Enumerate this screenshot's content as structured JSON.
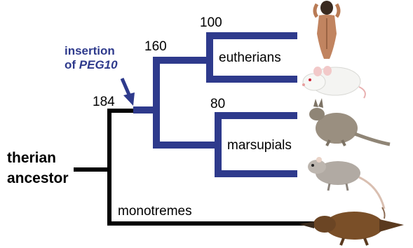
{
  "root_label_line1": "therian",
  "root_label_line2": "ancestor",
  "annotation_line1": "insertion",
  "annotation_line2_prefix": "of ",
  "annotation_gene": "PEG10",
  "node_ages": {
    "therian": "184",
    "boreotherian": "160",
    "eutherian": "100",
    "marsupial": "80"
  },
  "clades": {
    "eutherians": "eutherians",
    "marsupials": "marsupials",
    "monotremes": "monotremes"
  },
  "colors": {
    "ancestral_branch": "#000000",
    "peg10_branch": "#2e3a8c",
    "annotation_text": "#2e3a8c"
  },
  "taxa_icons": [
    "human-icon",
    "mouse-icon",
    "kangaroo-icon",
    "opossum-icon",
    "platypus-icon"
  ]
}
